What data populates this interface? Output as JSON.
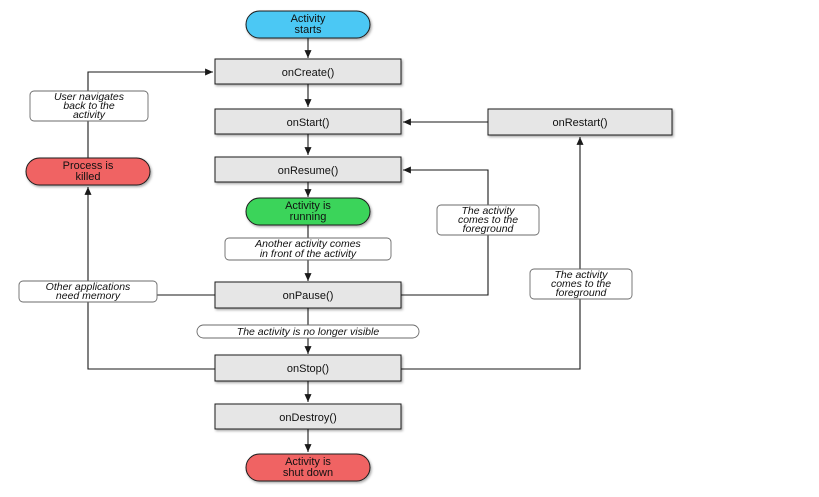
{
  "colors": {
    "start": "#4cc8f4",
    "running": "#3bd45a",
    "end": "#f06464",
    "method_fill": "#e6e6e6",
    "note_fill": "#ffffff",
    "line": "#1a1a1a"
  },
  "nodes": {
    "activity_starts": [
      "Activity",
      "starts"
    ],
    "on_create": "onCreate()",
    "on_start": "onStart()",
    "on_restart": "onRestart()",
    "on_resume": "onResume()",
    "activity_running": [
      "Activity is",
      "running"
    ],
    "on_pause": "onPause()",
    "on_stop": "onStop()",
    "on_destroy": "onDestroy()",
    "activity_shut_down": [
      "Activity is",
      "shut down"
    ],
    "process_killed": [
      "Process is",
      "killed"
    ]
  },
  "notes": {
    "user_navigates_back": [
      "User navigates",
      "back to the",
      "activity"
    ],
    "another_activity_in_front": [
      "Another activity comes",
      "in front of the activity"
    ],
    "other_apps_need_memory": [
      "Other applications",
      "need memory"
    ],
    "no_longer_visible": "The activity is no longer visible",
    "comes_to_foreground_1": [
      "The activity",
      "comes to the",
      "foreground"
    ],
    "comes_to_foreground_2": [
      "The activity",
      "comes to the",
      "foreground"
    ]
  }
}
